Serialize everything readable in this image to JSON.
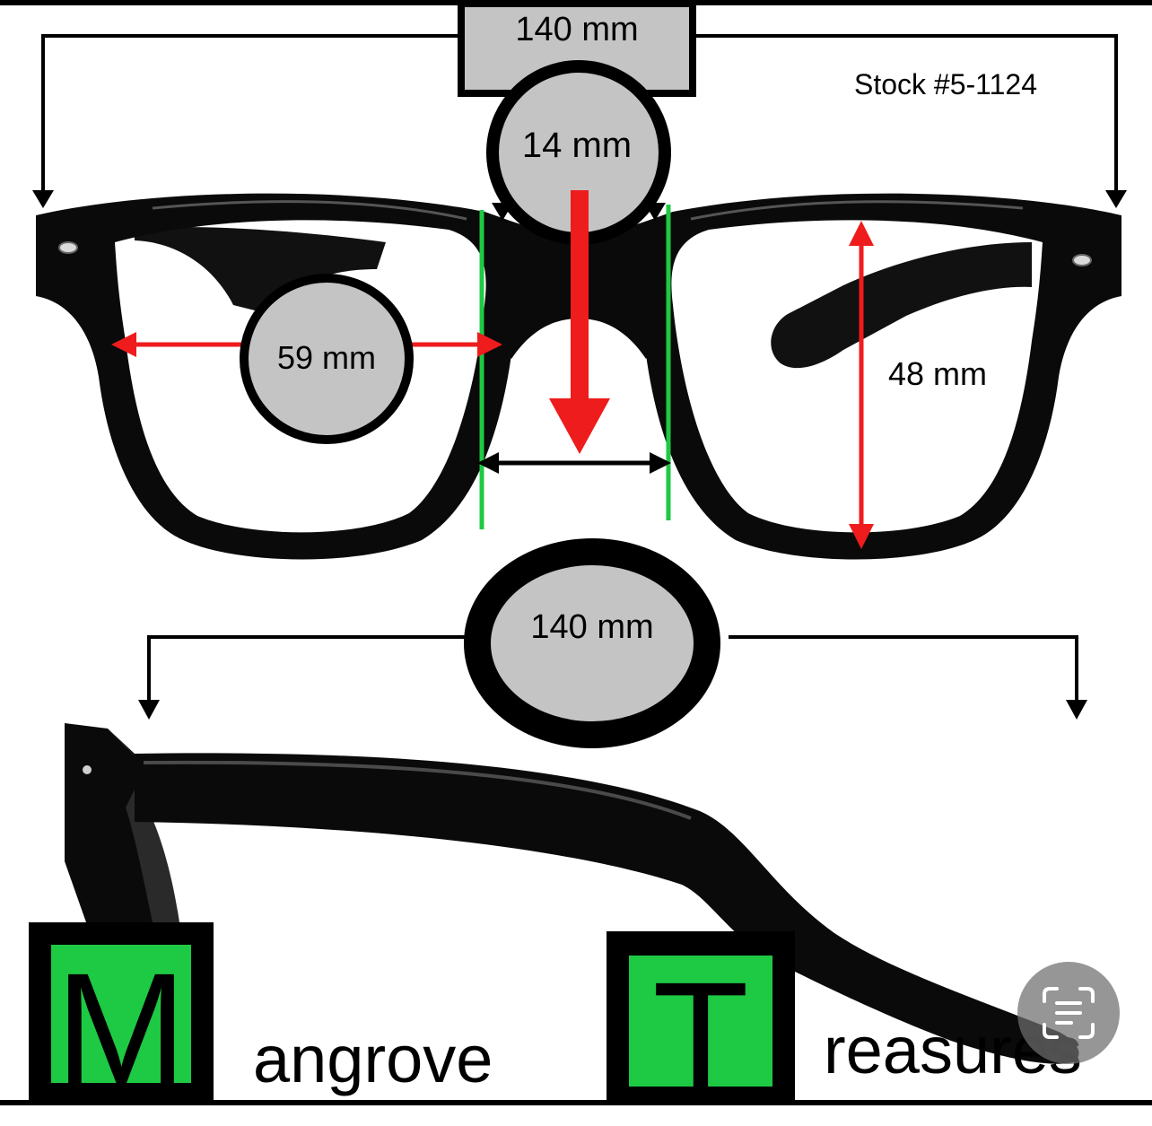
{
  "measurements": {
    "frame_width": "140 mm",
    "bridge": "14 mm",
    "lens_width": "59 mm",
    "lens_height": "48 mm",
    "temple_length": "140 mm"
  },
  "stock_number": "Stock #5-1124",
  "brand": {
    "initial_1": "M",
    "word_1": "angrove",
    "initial_2": "T",
    "word_2": "reasures"
  },
  "colors": {
    "frame": "#0a0a0a",
    "label_fill": "#c4c4c4",
    "arrow_red": "#ee1c1c",
    "guide_green": "#1ec944",
    "logo_green": "#1ec944"
  },
  "icons": {
    "scan": "text-scan-icon"
  }
}
